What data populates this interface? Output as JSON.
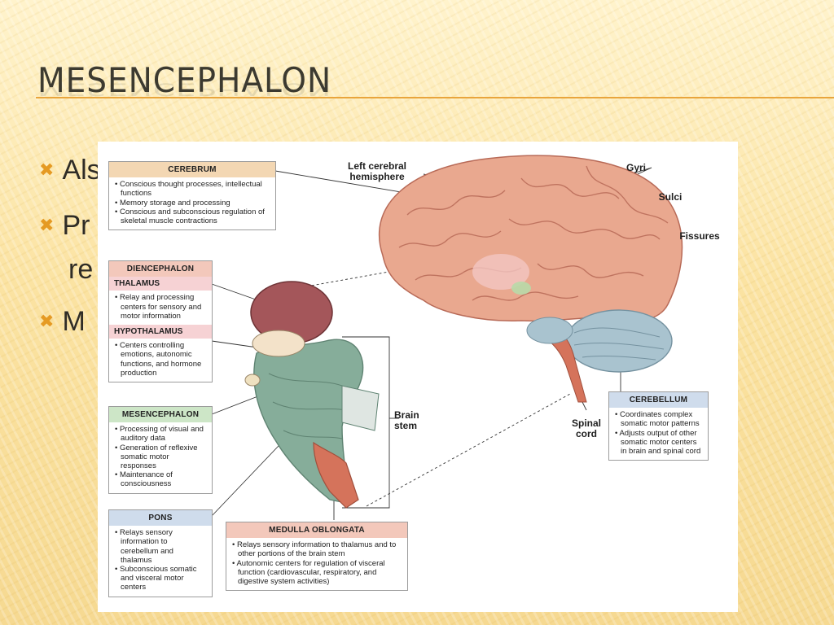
{
  "slide": {
    "title": "MESENCEPHALON",
    "bullets": [
      {
        "text": "Als"
      },
      {
        "text": "Pr"
      },
      {
        "text": "re"
      },
      {
        "text": "M"
      }
    ]
  },
  "figure": {
    "labels": {
      "left_hemisphere": "Left cerebral\nhemisphere",
      "gyri": "Gyri",
      "sulci": "Sulci",
      "fissures": "Fissures",
      "brain_stem": "Brain\nstem",
      "spinal_cord": "Spinal\ncord"
    },
    "boxes": {
      "cerebrum": {
        "title": "CEREBRUM",
        "items": [
          "Conscious thought processes, intellectual functions",
          "Memory storage and processing",
          "Conscious and subconscious regulation of skeletal muscle contractions"
        ]
      },
      "diencephalon": {
        "title": "DIENCEPHALON",
        "thalamus_title": "THALAMUS",
        "thalamus_items": [
          "Relay and processing centers for sensory and motor information"
        ],
        "hypothalamus_title": "HYPOTHALAMUS",
        "hypothalamus_items": [
          "Centers controlling emotions, autonomic functions, and hormone production"
        ]
      },
      "mesencephalon": {
        "title": "MESENCEPHALON",
        "items": [
          "Processing of visual and auditory data",
          "Generation of reflexive somatic motor responses",
          "Maintenance of consciousness"
        ]
      },
      "pons": {
        "title": "PONS",
        "items": [
          "Relays sensory information to cerebellum and thalamus",
          "Subconscious somatic and visceral motor centers"
        ]
      },
      "medulla": {
        "title": "MEDULLA OBLONGATA",
        "items": [
          "Relays sensory information to thalamus and to other portions of the brain stem",
          "Autonomic centers for regulation of visceral function (cardiovascular, respiratory, and digestive system activities)"
        ]
      },
      "cerebellum": {
        "title": "CEREBELLUM",
        "items": [
          "Coordinates complex somatic motor patterns",
          "Adjusts output of other somatic motor centers in brain and spinal cord"
        ]
      }
    },
    "colors": {
      "cerebrum": "#e9a88f",
      "thalamus": "#a4565a",
      "brainstem": "#86ad9a",
      "medulla": "#d5735b",
      "cerebellum": "#a9c3cf",
      "accent": "#e59a23"
    }
  }
}
